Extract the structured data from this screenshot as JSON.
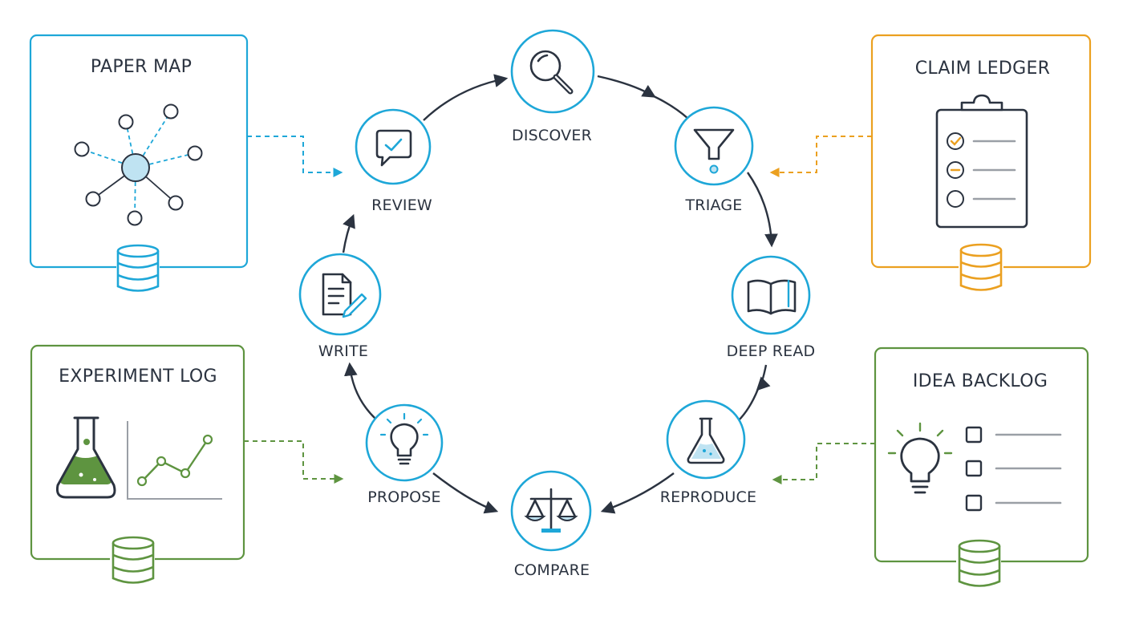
{
  "colors": {
    "blue": "#1ea7d8",
    "orange": "#eba020",
    "green": "#5e9440",
    "ink": "#2b3340",
    "light_blue_fill": "#bfe3f2",
    "flask_fill": "#5e9440"
  },
  "cycle": {
    "stages": [
      {
        "label": "DISCOVER",
        "icon": "magnifier-icon"
      },
      {
        "label": "TRIAGE",
        "icon": "funnel-icon"
      },
      {
        "label": "DEEP READ",
        "icon": "open-book-icon"
      },
      {
        "label": "REPRODUCE",
        "icon": "flask-icon"
      },
      {
        "label": "COMPARE",
        "icon": "balance-scale-icon"
      },
      {
        "label": "PROPOSE",
        "icon": "lightbulb-icon"
      },
      {
        "label": "WRITE",
        "icon": "document-pencil-icon"
      },
      {
        "label": "REVIEW",
        "icon": "chat-check-icon"
      }
    ]
  },
  "panels": {
    "paper_map": {
      "title": "PAPER MAP",
      "icon": "network-graph-icon",
      "color": "blue"
    },
    "claim_ledger": {
      "title": "CLAIM LEDGER",
      "icon": "clipboard-checklist-icon",
      "color": "orange"
    },
    "experiment_log": {
      "title": "EXPERIMENT LOG",
      "icon": "flask-chart-icon",
      "color": "green"
    },
    "idea_backlog": {
      "title": "IDEA BACKLOG",
      "icon": "lightbulb-checklist-icon",
      "color": "green"
    }
  }
}
